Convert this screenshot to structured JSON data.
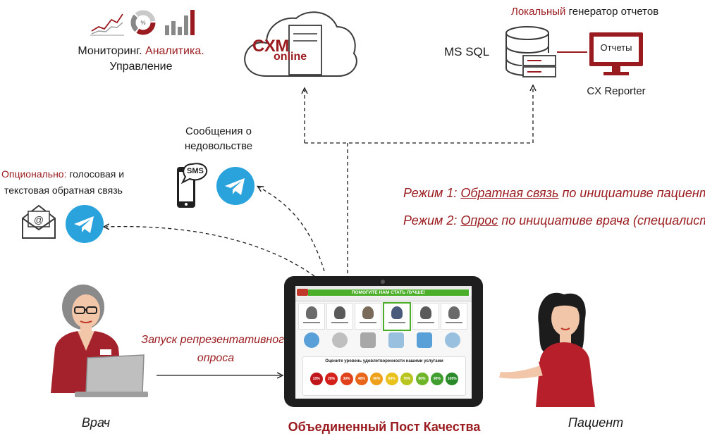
{
  "top_left": {
    "line1_black": "Мониторинг.",
    "line1_red": "Аналитика.",
    "line2": "Управление"
  },
  "cloud": {
    "brand_main": "CXM",
    "brand_sub": "online"
  },
  "local": {
    "title_red": "Локальный",
    "title_black": "генератор отчетов",
    "db_label": "MS SQL",
    "monitor_text": "Отчеты",
    "reporter_label": "CX Reporter"
  },
  "sms": {
    "label_line1": "Сообщения о",
    "label_line2": "недовольстве",
    "bubble_text": "SMS"
  },
  "optional": {
    "line1_red": "Опционально:",
    "line1_black": "голосовая и",
    "line2": "текстовая обратная связь"
  },
  "modes": {
    "mode1_prefix": "Режим 1:",
    "mode1_link": "Обратная связь",
    "mode1_rest": "по инициативе пациента",
    "mode2_prefix": "Режим 2:",
    "mode2_link": "Опрос",
    "mode2_rest": "по инициативе врача (специалиста)"
  },
  "doctor": {
    "action_line1": "Запуск репрезентативного",
    "action_line2": "опроса",
    "label": "Врач"
  },
  "tablet": {
    "banner": "ПОМОГИТЕ НАМ СТАТЬ ЛУЧШЕ!",
    "question": "Оцените уровень удовлетворенности нашими услугами",
    "ratings": [
      "10%",
      "20%",
      "30%",
      "40%",
      "50%",
      "60%",
      "70%",
      "80%",
      "90%",
      "100%"
    ],
    "rating_colors": [
      "#c0161b",
      "#d4201b",
      "#e0401a",
      "#e8651a",
      "#efa01a",
      "#e8c11a",
      "#b8c51f",
      "#6fb52a",
      "#3f9e2d",
      "#2a8a2a"
    ],
    "caption": "Объединенный Пост Качества"
  },
  "patient": {
    "label": "Пациент"
  },
  "colors": {
    "accent_red": "#9a1b1f",
    "telegram_blue": "#2aa3dd",
    "tablet_green": "#4caf2a"
  }
}
